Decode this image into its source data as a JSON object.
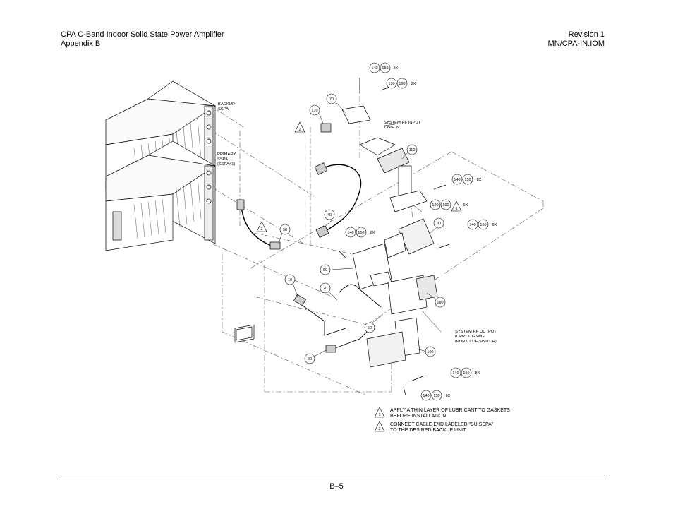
{
  "header": {
    "title": "CPA C-Band Indoor Solid State Power Amplifier",
    "subtitle": "Appendix B",
    "revision": "Revision 1",
    "doc_number": "MN/CPA-IN.IOM"
  },
  "footer": {
    "page_number": "B–5"
  },
  "labels": {
    "backup_sspa": [
      "BACKUP",
      "SSPA"
    ],
    "primary_sspa": [
      "PRIMARY",
      "SSPA",
      "(SSPA#1)"
    ],
    "rf_input": [
      "SYSTEM RF INPUT",
      "TYPE 'N'"
    ],
    "rf_output": [
      "SYSTEM RF OUTPUT",
      "(CPR137G W/G)",
      "(PORT 1 OF SWITCH)"
    ]
  },
  "callouts": [
    {
      "id": "c140a",
      "text": "140"
    },
    {
      "id": "c150a",
      "text": "150"
    },
    {
      "id": "q8a",
      "text": "8X"
    },
    {
      "id": "c130",
      "text": "130"
    },
    {
      "id": "c160",
      "text": "160"
    },
    {
      "id": "q2a",
      "text": "2X"
    },
    {
      "id": "c70",
      "text": "70"
    },
    {
      "id": "c170",
      "text": "170"
    },
    {
      "id": "c110",
      "text": "110"
    },
    {
      "id": "c140b",
      "text": "140"
    },
    {
      "id": "c150b",
      "text": "150"
    },
    {
      "id": "q8b",
      "text": "8X"
    },
    {
      "id": "c120",
      "text": "120"
    },
    {
      "id": "c190",
      "text": "190"
    },
    {
      "id": "q6",
      "text": "6X"
    },
    {
      "id": "c40",
      "text": "40"
    },
    {
      "id": "c90",
      "text": "90"
    },
    {
      "id": "c140c",
      "text": "140"
    },
    {
      "id": "c150c",
      "text": "150"
    },
    {
      "id": "q8c",
      "text": "8X"
    },
    {
      "id": "c50",
      "text": "50"
    },
    {
      "id": "c140d",
      "text": "140"
    },
    {
      "id": "c150d",
      "text": "150"
    },
    {
      "id": "q8d",
      "text": "8X"
    },
    {
      "id": "c80",
      "text": "80"
    },
    {
      "id": "c10",
      "text": "10"
    },
    {
      "id": "c20",
      "text": "20"
    },
    {
      "id": "c180",
      "text": "180"
    },
    {
      "id": "c60",
      "text": "60"
    },
    {
      "id": "c100",
      "text": "100"
    },
    {
      "id": "c30",
      "text": "30"
    },
    {
      "id": "c140e",
      "text": "140"
    },
    {
      "id": "c150e",
      "text": "150"
    },
    {
      "id": "q8e",
      "text": "8X"
    },
    {
      "id": "c140f",
      "text": "140"
    },
    {
      "id": "c150f",
      "text": "150"
    },
    {
      "id": "q8f",
      "text": "8X"
    }
  ],
  "flags": {
    "note1": "1",
    "note2": "2"
  },
  "notes": [
    {
      "flag": "1",
      "lines": [
        "APPLY A THIN LAYER OF LUBRICANT TO GASKETS",
        "BEFORE INSTALLATION"
      ]
    },
    {
      "flag": "2",
      "lines": [
        "CONNECT CABLE END LABELED \"BU SSPA\"",
        "TO THE DESIRED BACKUP UNIT"
      ]
    }
  ]
}
